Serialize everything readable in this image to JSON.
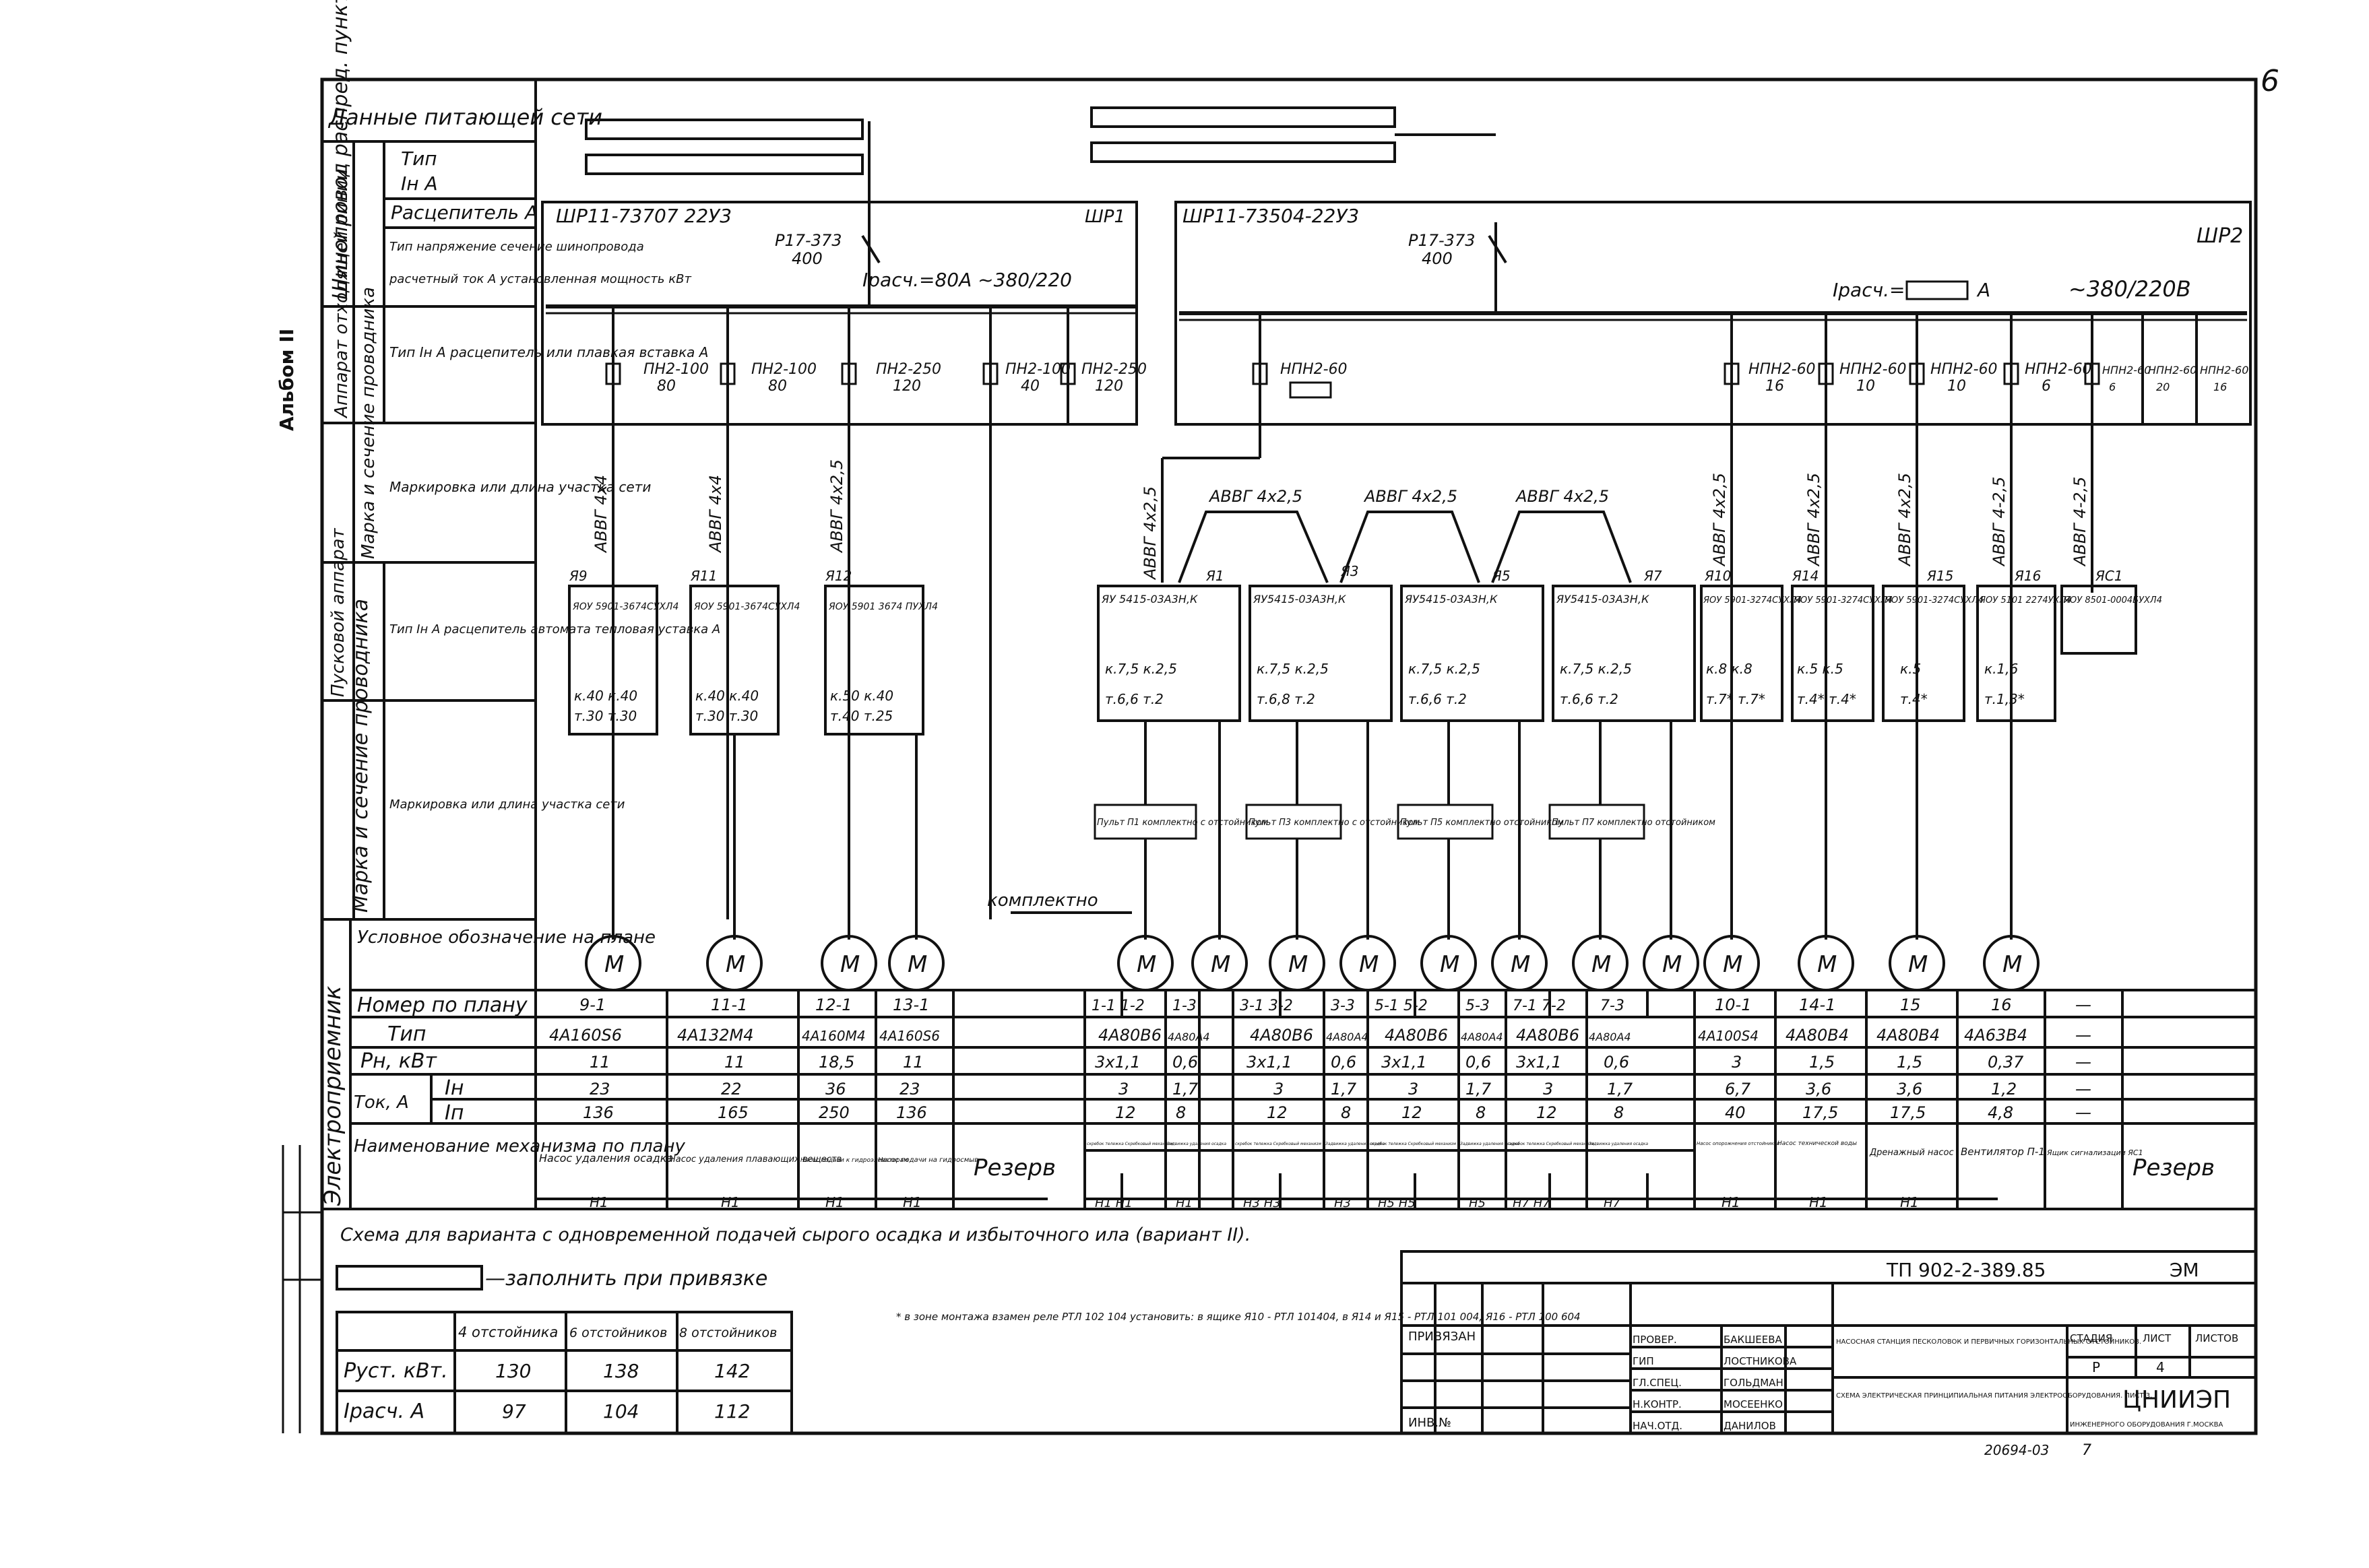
{
  "page_number": "6",
  "album": "Альбом II",
  "left_labels": {
    "supply": "Данные питающей сети",
    "board": "Шинопровод распред. пункт",
    "outgoing": "Аппарат отходящей линии",
    "wire1": "Марка и сечение проводника",
    "starter": "Пусковой аппарат",
    "wire2": "Марка и сечение проводника",
    "consumers": "Электроприемник"
  },
  "header_rows": {
    "r1": "Тип",
    "r1b": "Iн А",
    "r2": "Расцепитель А",
    "r3": "Тип напряжение сечение шинопровода",
    "r4": "расчетный ток А установленная мощность кВт",
    "r5": "Тип Iн А расцепитель или плавкая вставка А",
    "r6": "Маркировка или длина участка сети",
    "r7": "Тип Iн А расцепитель автомата тепловая уставка А",
    "r8": "Маркировка или длина участка сети"
  },
  "buses": {
    "shr1_type": "ШР11-73707 22У3",
    "shr1_name": "ШР1",
    "shr1_switch": "Р17-373",
    "shr1_switch_val": "400",
    "shr1_current": "Ірасч.=80А ~380/220",
    "shr2_type": "ШР11-73504-22У3",
    "shr2_name": "ШР2",
    "shr2_switch": "Р17-373",
    "shr2_switch_val": "400",
    "shr2_current": "Ірасч.=",
    "shr2_unit": "А",
    "shr2_voltage": "~380/220В"
  },
  "fuses": [
    {
      "type": "ПН2-100",
      "val": "80"
    },
    {
      "type": "ПН2-100",
      "val": "80"
    },
    {
      "type": "ПН2-250",
      "val": "120"
    },
    {
      "type": "ПН2-100",
      "val": "40"
    },
    {
      "type": "ПН2-250",
      "val": "120"
    },
    {
      "type": "НПН2-60",
      "val": ""
    },
    {
      "type": "НПН2-60",
      "val": "16"
    },
    {
      "type": "НПН2-60",
      "val": "10"
    },
    {
      "type": "НПН2-60",
      "val": "10"
    },
    {
      "type": "НПН2-60",
      "val": "6"
    },
    {
      "type": "НПН2-60",
      "val": "6"
    },
    {
      "type": "НПН2-60",
      "val": "20"
    },
    {
      "type": "НПН2-60",
      "val": "16"
    }
  ],
  "cables_top": [
    "АВВГ 4х4",
    "АВВГ 4х4",
    "АВВГ 4х2,5",
    "АВВГ 4х2,5",
    "АВВГ 4х2,5",
    "АВВГ 4х2,5",
    "АВВГ 4х2,5",
    "АВВГ 4-2,5",
    "АВВГ 4-2,5"
  ],
  "cables_link": [
    "АВВГ 4х2,5",
    "АВВГ 4х2,5",
    "АВВГ 4х2,5"
  ],
  "starters": [
    {
      "tag": "Я9",
      "type": "ЯОУ 5901-3674СУХЛ4",
      "k": "к.40 к.40",
      "t": "т.30 т.30"
    },
    {
      "tag": "Я11",
      "type": "ЯОУ 5901-3674СУХЛ4",
      "k": "к.40 к.40",
      "t": "т.30 т.30"
    },
    {
      "tag": "Я12",
      "type": "ЯОУ 5901 3674 ПУХЛ4",
      "k": "к.50 к.40",
      "t": "т.40 т.25"
    },
    {
      "tag": "Я1",
      "type": "ЯУ 5415-03А3Н,К",
      "k": "к.7,5 к.2,5",
      "t": "т.6,6 т.2"
    },
    {
      "tag": "Я3",
      "type": "ЯУ5415-03А3Н,К",
      "k": "к.7,5 к.2,5",
      "t": "т.6,8 т.2"
    },
    {
      "tag": "Я5",
      "type": "ЯУ5415-03А3Н,К",
      "k": "к.7,5 к.2,5",
      "t": "т.6,6 т.2"
    },
    {
      "tag": "Я7",
      "type": "ЯУ5415-03А3Н,К",
      "k": "к.7,5 к.2,5",
      "t": "т.6,6 т.2"
    },
    {
      "tag": "Я10",
      "type": "ЯОУ 5901-3274СУХЛ4",
      "k": "к.8 к.8",
      "t": "т.7* т.7*"
    },
    {
      "tag": "Я14",
      "type": "ЯОУ 5901-3274СУХЛ4",
      "k": "к.5 к.5",
      "t": "т.4* т.4*"
    },
    {
      "tag": "Я15",
      "type": "ЯОУ 5901-3274СУХЛ4",
      "k": "к.5",
      "t": "т.4*"
    },
    {
      "tag": "Я16",
      "type": "ЯОУ 5101 2274УХЛ4",
      "k": "к.1,6",
      "t": "т.1,3*"
    },
    {
      "tag": "ЯС1",
      "type": "ЯОУ 8501-0004БУХЛ4",
      "k": "",
      "t": ""
    }
  ],
  "consoles": [
    "Пульт П1 комплектно с отстойником",
    "Пульт П3 комплектно с отстойником",
    "Пульт П5 комплектно отстойником",
    "Пульт П7 комплектно отстойником"
  ],
  "komplektno": "комплектно",
  "motor_symbol": "М",
  "table_labels": {
    "symbol": "Условное обозначение на плане",
    "number": "Номер по плану",
    "type": "Тип",
    "power": "Рн, кВт",
    "current": "Ток, А",
    "in": "Iн",
    "ip": "Iп",
    "name": "Наименование механизма по плану"
  },
  "consumers": [
    {
      "num": "9-1",
      "type": "4А160S6",
      "p": "11",
      "in": "23",
      "ip": "136",
      "name": "Насос удаления осадка",
      "n": "Н1"
    },
    {
      "num": "11-1",
      "type": "4А132М4",
      "p": "11",
      "in": "22",
      "ip": "165",
      "name": "Насос удаления плавающих веществ",
      "n": "Н1"
    },
    {
      "num": "12-1",
      "type": "4А160М4",
      "p": "18,5",
      "in": "36",
      "ip": "250",
      "name": "Насос подачи к гидроэлеваторам",
      "n": "Н1"
    },
    {
      "num": "13-1",
      "type": "4А160S6",
      "p": "11",
      "in": "23",
      "ip": "136",
      "name": "Насос подачи на гидросмыв",
      "n": "Н1"
    },
    {
      "num": "",
      "type": "",
      "p": "",
      "in": "",
      "ip": "",
      "name": "Резерв",
      "n": ""
    },
    {
      "num": "1-1 1-2",
      "type": "4А80В6",
      "p": "3х1,1",
      "in": "3",
      "ip": "12",
      "name": "скребок тележка Скребковый механизм",
      "n": "Н1 Н1"
    },
    {
      "num": "1-3",
      "type": "4А80А4",
      "p": "0,6",
      "in": "1,7",
      "ip": "8",
      "name": "Задвижка удаления осадка",
      "n": "Н1"
    },
    {
      "num": "3-1 3-2",
      "type": "4А80В6",
      "p": "3х1,1",
      "in": "3",
      "ip": "12",
      "name": "скребок тележка Скребковый механизм",
      "n": "Н3 Н3"
    },
    {
      "num": "3-3",
      "type": "4А80А4",
      "p": "0,6",
      "in": "1,7",
      "ip": "8",
      "name": "Задвижка удаления осадка",
      "n": "Н3"
    },
    {
      "num": "5-1 5-2",
      "type": "4А80В6",
      "p": "3х1,1",
      "in": "3",
      "ip": "12",
      "name": "скребок тележка Скребковый механизм",
      "n": "Н5 Н5"
    },
    {
      "num": "5-3",
      "type": "4А80А4",
      "p": "0,6",
      "in": "1,7",
      "ip": "8",
      "name": "Задвижка удаления осадка",
      "n": "Н5"
    },
    {
      "num": "7-1 7-2",
      "type": "4А80В6",
      "p": "3х1,1",
      "in": "3",
      "ip": "12",
      "name": "скребок тележка Скребковый механизм",
      "n": "Н7 Н7"
    },
    {
      "num": "7-3",
      "type": "4А80А4",
      "p": "0,6",
      "in": "1,7",
      "ip": "8",
      "name": "Задвижка удаления осадка",
      "n": "Н7"
    },
    {
      "num": "10-1",
      "type": "4А100S4",
      "p": "3",
      "in": "6,7",
      "ip": "40",
      "name": "Насос опорожнения отстойников",
      "n": "Н1"
    },
    {
      "num": "14-1",
      "type": "4А80В4",
      "p": "1,5",
      "in": "3,6",
      "ip": "17,5",
      "name": "Насос технической воды",
      "n": "Н1"
    },
    {
      "num": "15",
      "type": "4А80В4",
      "p": "1,5",
      "in": "3,6",
      "ip": "17,5",
      "name": "Дренажный насос",
      "n": "Н1"
    },
    {
      "num": "16",
      "type": "4А63В4",
      "p": "0,37",
      "in": "1,2",
      "ip": "4,8",
      "name": "Вентилятор П-1",
      "n": ""
    },
    {
      "num": "—",
      "type": "—",
      "p": "—",
      "in": "—",
      "ip": "—",
      "name": "Ящик сигнализации ЯС1",
      "n": ""
    },
    {
      "num": "",
      "type": "",
      "p": "",
      "in": "",
      "ip": "",
      "name": "Резерв",
      "n": ""
    }
  ],
  "notes": {
    "scheme": "Схема для варианта с одновременной подачей сырого осадка и избыточного ила (вариант II).",
    "fill": "—заполнить при привязке",
    "star": "* в зоне монтажа взамен реле РТЛ 102 104 установить: в ящике Я10 - РТЛ 101404, в Я14 и Я15 - РТЛ 101 004, Я16 - РТЛ 100 604"
  },
  "summary": {
    "cols": [
      "4 отстойника",
      "6 отстойников",
      "8 отстойников"
    ],
    "rows": [
      {
        "label": "Руст. кВт.",
        "vals": [
          "130",
          "138",
          "142"
        ]
      },
      {
        "label": "Ірасч. А",
        "vals": [
          "97",
          "104",
          "112"
        ]
      }
    ]
  },
  "stamp": {
    "doc": "ТП 902-2-389.85",
    "mark": "ЭМ",
    "privyazan": "ПРИВЯЗАН",
    "inv": "ИНВ.№",
    "roles": [
      "ПРОВЕР.",
      "ГИП",
      "ГЛ.СПЕЦ.",
      "Н.КОНТР.",
      "НАЧ.ОТД."
    ],
    "people": [
      "БАКШЕЕВА",
      "ЛОСТНИКОВА",
      "ГОЛЬДМАН",
      "МОСЕЕНКО",
      "ДАНИЛОВ"
    ],
    "title1": "НАСОСНАЯ СТАНЦИЯ ПЕСКОЛОВОК И ПЕРВИЧНЫХ ГОРИЗОНТАЛЬНЫХ ОТСТОЙНИКОВ.",
    "title2": "СХЕМА ЭЛЕКТРИЧЕСКАЯ ПРИНЦИПИАЛЬНАЯ ПИТАНИЯ ЭЛЕКТРООБОРУДОВАНИЯ. ЛИСТ 3.",
    "stage_h": "СТАДИЯ",
    "sheet_h": "ЛИСТ",
    "sheets_h": "ЛИСТОВ",
    "stage": "Р",
    "sheet": "4",
    "org": "ЦНИИЭП",
    "org_sub": "ИНЖЕНЕРНОГО ОБОРУДОВАНИЯ Г.МОСКВА",
    "bottom_no": "20694-03",
    "bottom_sheet": "7"
  }
}
